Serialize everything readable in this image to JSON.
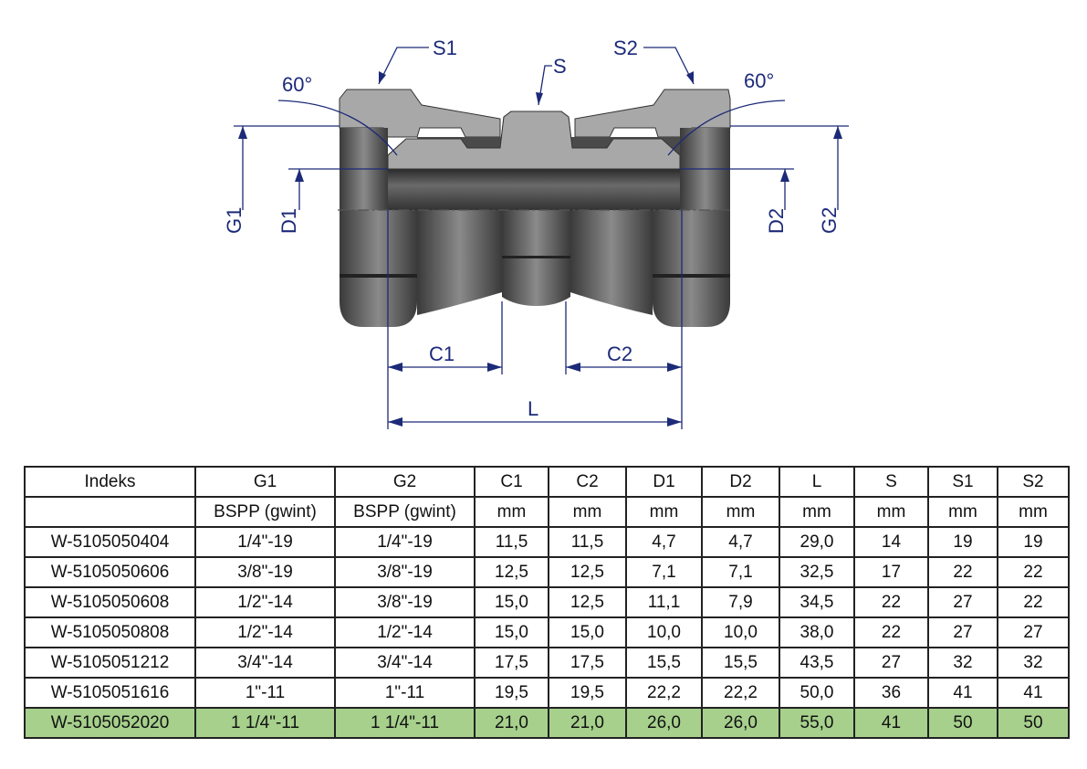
{
  "drawing": {
    "labels": {
      "s1": "S1",
      "s": "S",
      "s2": "S2",
      "angle_left": "60°",
      "angle_right": "60°",
      "g1": "G1",
      "d1": "D1",
      "d2": "D2",
      "g2": "G2",
      "c1": "C1",
      "c2": "C2",
      "l": "L"
    },
    "colors": {
      "dimension": "#1c2a78",
      "section": "#a8a8a8",
      "body": "#5a5a5a"
    }
  },
  "table": {
    "headers": [
      "Indeks",
      "G1",
      "G2",
      "C1",
      "C2",
      "D1",
      "D2",
      "L",
      "S",
      "S1",
      "S2"
    ],
    "units": [
      "",
      "BSPP (gwint)",
      "BSPP (gwint)",
      "mm",
      "mm",
      "mm",
      "mm",
      "mm",
      "mm",
      "mm",
      "mm"
    ],
    "rows": [
      [
        "W-5105050404",
        "1/4\"-19",
        "1/4\"-19",
        "11,5",
        "11,5",
        "4,7",
        "4,7",
        "29,0",
        "14",
        "19",
        "19"
      ],
      [
        "W-5105050606",
        "3/8\"-19",
        "3/8\"-19",
        "12,5",
        "12,5",
        "7,1",
        "7,1",
        "32,5",
        "17",
        "22",
        "22"
      ],
      [
        "W-5105050608",
        "1/2\"-14",
        "3/8\"-19",
        "15,0",
        "12,5",
        "11,1",
        "7,9",
        "34,5",
        "22",
        "27",
        "22"
      ],
      [
        "W-5105050808",
        "1/2\"-14",
        "1/2\"-14",
        "15,0",
        "15,0",
        "10,0",
        "10,0",
        "38,0",
        "22",
        "27",
        "27"
      ],
      [
        "W-5105051212",
        "3/4\"-14",
        "3/4\"-14",
        "17,5",
        "17,5",
        "15,5",
        "15,5",
        "43,5",
        "27",
        "32",
        "32"
      ],
      [
        "W-5105051616",
        "1\"-11",
        "1\"-11",
        "19,5",
        "19,5",
        "22,2",
        "22,2",
        "50,0",
        "36",
        "41",
        "41"
      ],
      [
        "W-5105052020",
        "1 1/4\"-11",
        "1 1/4\"-11",
        "21,0",
        "21,0",
        "26,0",
        "26,0",
        "55,0",
        "41",
        "50",
        "50"
      ]
    ],
    "highlight_color": "#a6d08c",
    "highlighted_row": 6
  }
}
